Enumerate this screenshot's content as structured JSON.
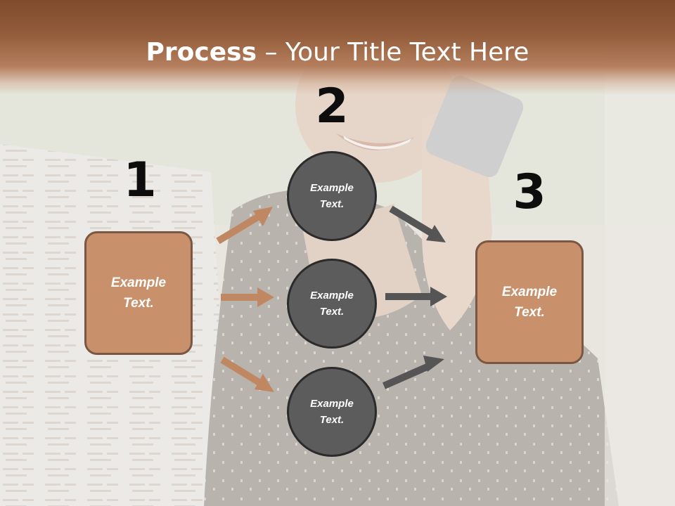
{
  "title": {
    "bold": "Process",
    "rest": " – Your Title Text Here"
  },
  "steps": [
    {
      "number": "1",
      "box_text_line1": "Example",
      "box_text_line2": "Text."
    },
    {
      "number": "2",
      "circles": [
        {
          "line1": "Example",
          "line2": "Text."
        },
        {
          "line1": "Example",
          "line2": "Text."
        },
        {
          "line1": "Example",
          "line2": "Text."
        }
      ]
    },
    {
      "number": "3",
      "box_text_line1": "Example",
      "box_text_line2": "Text."
    }
  ],
  "colors": {
    "title_band": "#8a5538",
    "box_fill": "#c8916b",
    "box_border": "#7a5743",
    "circle_fill": "#5c5c5c",
    "circle_border": "#2b2b2b",
    "arrow_brown": "#c08862",
    "arrow_gray": "#555555",
    "number_text": "#0d0d0d"
  }
}
